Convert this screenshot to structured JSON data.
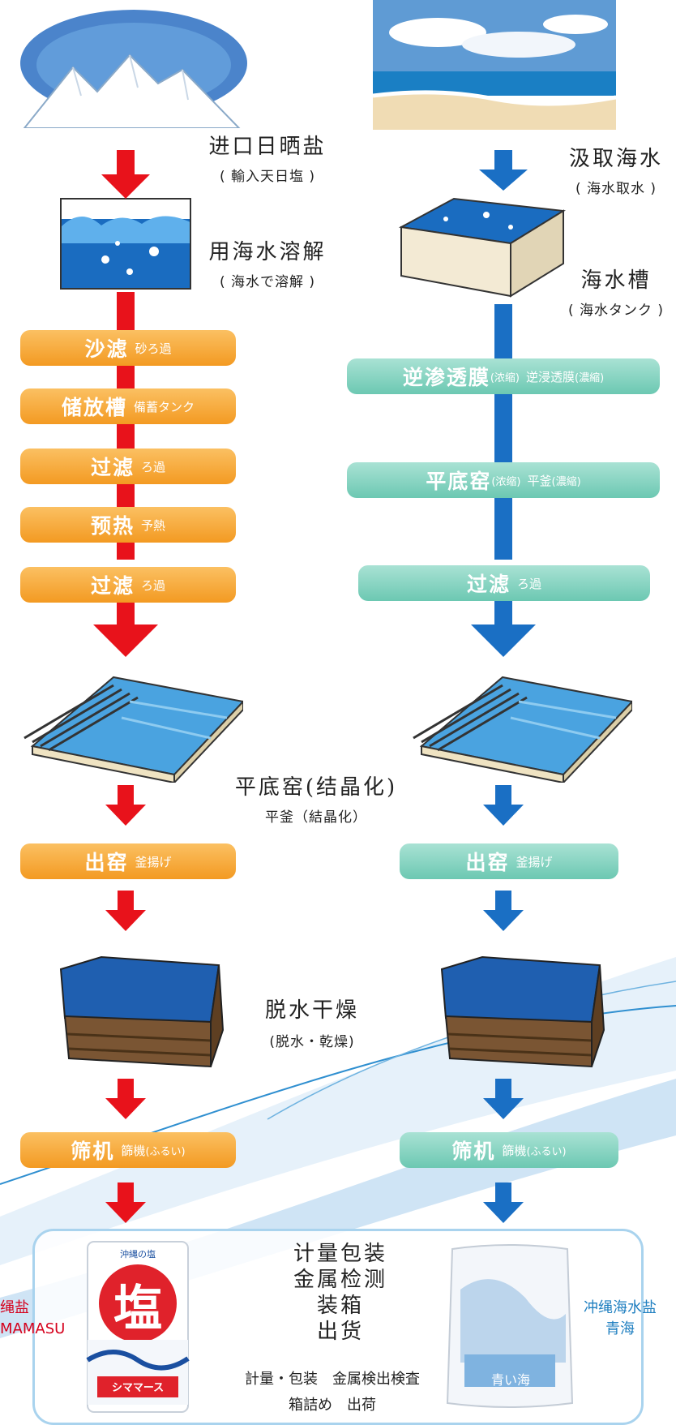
{
  "colors": {
    "left_arrow": "#e8121b",
    "right_arrow": "#1a6fc4",
    "orange_pill": "#f4a030",
    "teal_pill": "#7ccfbb",
    "left_label": "#d5001c",
    "right_label": "#1f7fc0"
  },
  "left": {
    "step1": {
      "main": "进口日晒盐",
      "sub": "( 輸入天日塩 )"
    },
    "step2": {
      "main": "用海水溶解",
      "sub": "( 海水で溶解 )"
    },
    "pills": [
      {
        "main": "沙滤",
        "sub": "砂ろ過"
      },
      {
        "main": "储放槽",
        "sub": "備蓄タンク"
      },
      {
        "main": "过滤",
        "sub": "ろ過"
      },
      {
        "main": "预热",
        "sub": "予熱"
      },
      {
        "main": "过滤",
        "sub": "ろ過"
      }
    ],
    "out": {
      "main": "出窑",
      "sub": "釜揚げ"
    },
    "sieve": {
      "main": "筛机",
      "sub": "篩機",
      "sub2": "(ふるい)"
    }
  },
  "right": {
    "step1": {
      "main": "汲取海水",
      "sub": "( 海水取水 )"
    },
    "step2": {
      "main": "海水槽",
      "sub": "( 海水タンク )"
    },
    "pills": [
      {
        "main": "逆渗透膜",
        "paren": "(浓缩)",
        "sub": "逆浸透膜",
        "sub2": "(濃縮)"
      },
      {
        "main": "平底窑",
        "paren": "(浓缩)",
        "sub": "平釜",
        "sub2": "(濃縮)"
      },
      {
        "main": "过滤",
        "sub": "ろ過"
      }
    ],
    "out": {
      "main": "出窑",
      "sub": "釜揚げ"
    },
    "sieve": {
      "main": "筛机",
      "sub": "篩機",
      "sub2": "(ふるい)"
    }
  },
  "center": {
    "crystal": {
      "main": "平底窑(结晶化)",
      "sub": "平釜（結晶化）"
    },
    "dry": {
      "main": "脱水干燥",
      "sub": "(脱水・乾燥)"
    }
  },
  "bottom": {
    "lines": [
      "计量包装",
      "金属检测",
      "装箱",
      "出货"
    ],
    "jp1": "計量・包装　金属検出検査",
    "jp2": "箱詰め　出荷",
    "left_product": {
      "line1": "绳盐",
      "line2": "MAMASU",
      "pkg_top": "沖縄の塩",
      "pkg_big": "塩",
      "pkg_name": "シママース"
    },
    "right_product": {
      "line1": "冲绳海水盐",
      "line2": "青海",
      "pkg_name": "青い海"
    }
  }
}
